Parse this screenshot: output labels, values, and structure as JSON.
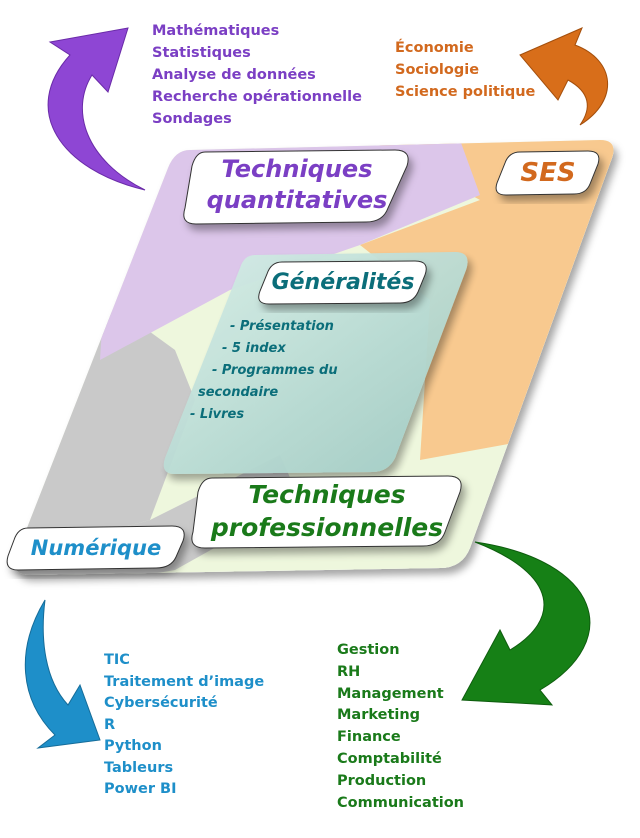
{
  "colors": {
    "purple": "#7b3fc4",
    "orange": "#d2691e",
    "blue": "#1e8fc9",
    "green": "#1a7a1a",
    "teal": "#0b6e7a"
  },
  "quadrants": {
    "top_left": {
      "title_line1": "Techniques",
      "title_line2": "quantitatives",
      "items": [
        "Mathématiques",
        "Statistiques",
        "Analyse de données",
        "Recherche opérationnelle",
        "Sondages"
      ]
    },
    "top_right": {
      "title": "SES",
      "items": [
        "Économie",
        "Sociologie",
        "Science politique"
      ]
    },
    "bottom_left": {
      "title": "Numérique",
      "items": [
        "TIC",
        "Traitement d’image",
        "Cybersécurité",
        "R",
        "Python",
        "Tableurs",
        "Power BI"
      ]
    },
    "bottom_right": {
      "title_line1": "Techniques",
      "title_line2": "professionnelles",
      "items": [
        "Gestion",
        "RH",
        "Management",
        "Marketing",
        "Finance",
        "Comptabilité",
        "Production",
        "Communication"
      ]
    }
  },
  "center": {
    "title": "Généralités",
    "items": [
      "-    Présentation",
      "-    5 index",
      "-    Programmes du",
      "secondaire",
      "-    Livres"
    ]
  }
}
